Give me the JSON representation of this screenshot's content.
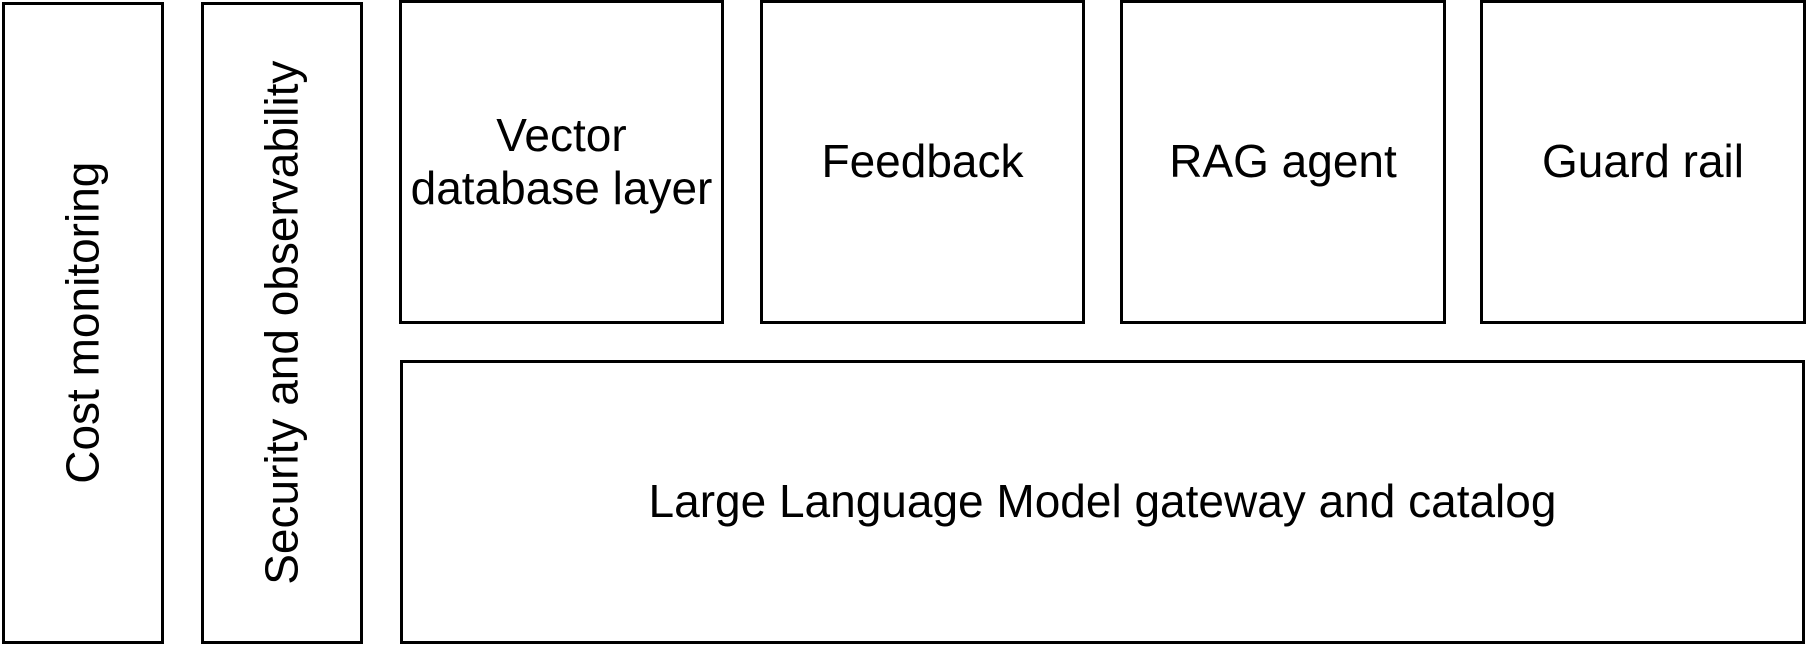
{
  "diagram": {
    "side_boxes": {
      "cost_monitoring": "Cost monitoring",
      "security_observability": "Security and observability"
    },
    "top_boxes": {
      "vector_line1": "Vector",
      "vector_line2": "database layer",
      "feedback": "Feedback",
      "rag_agent": "RAG agent",
      "guard_rail": "Guard rail"
    },
    "bottom_box": {
      "llm_gateway": "Large Language Model gateway and catalog"
    }
  }
}
